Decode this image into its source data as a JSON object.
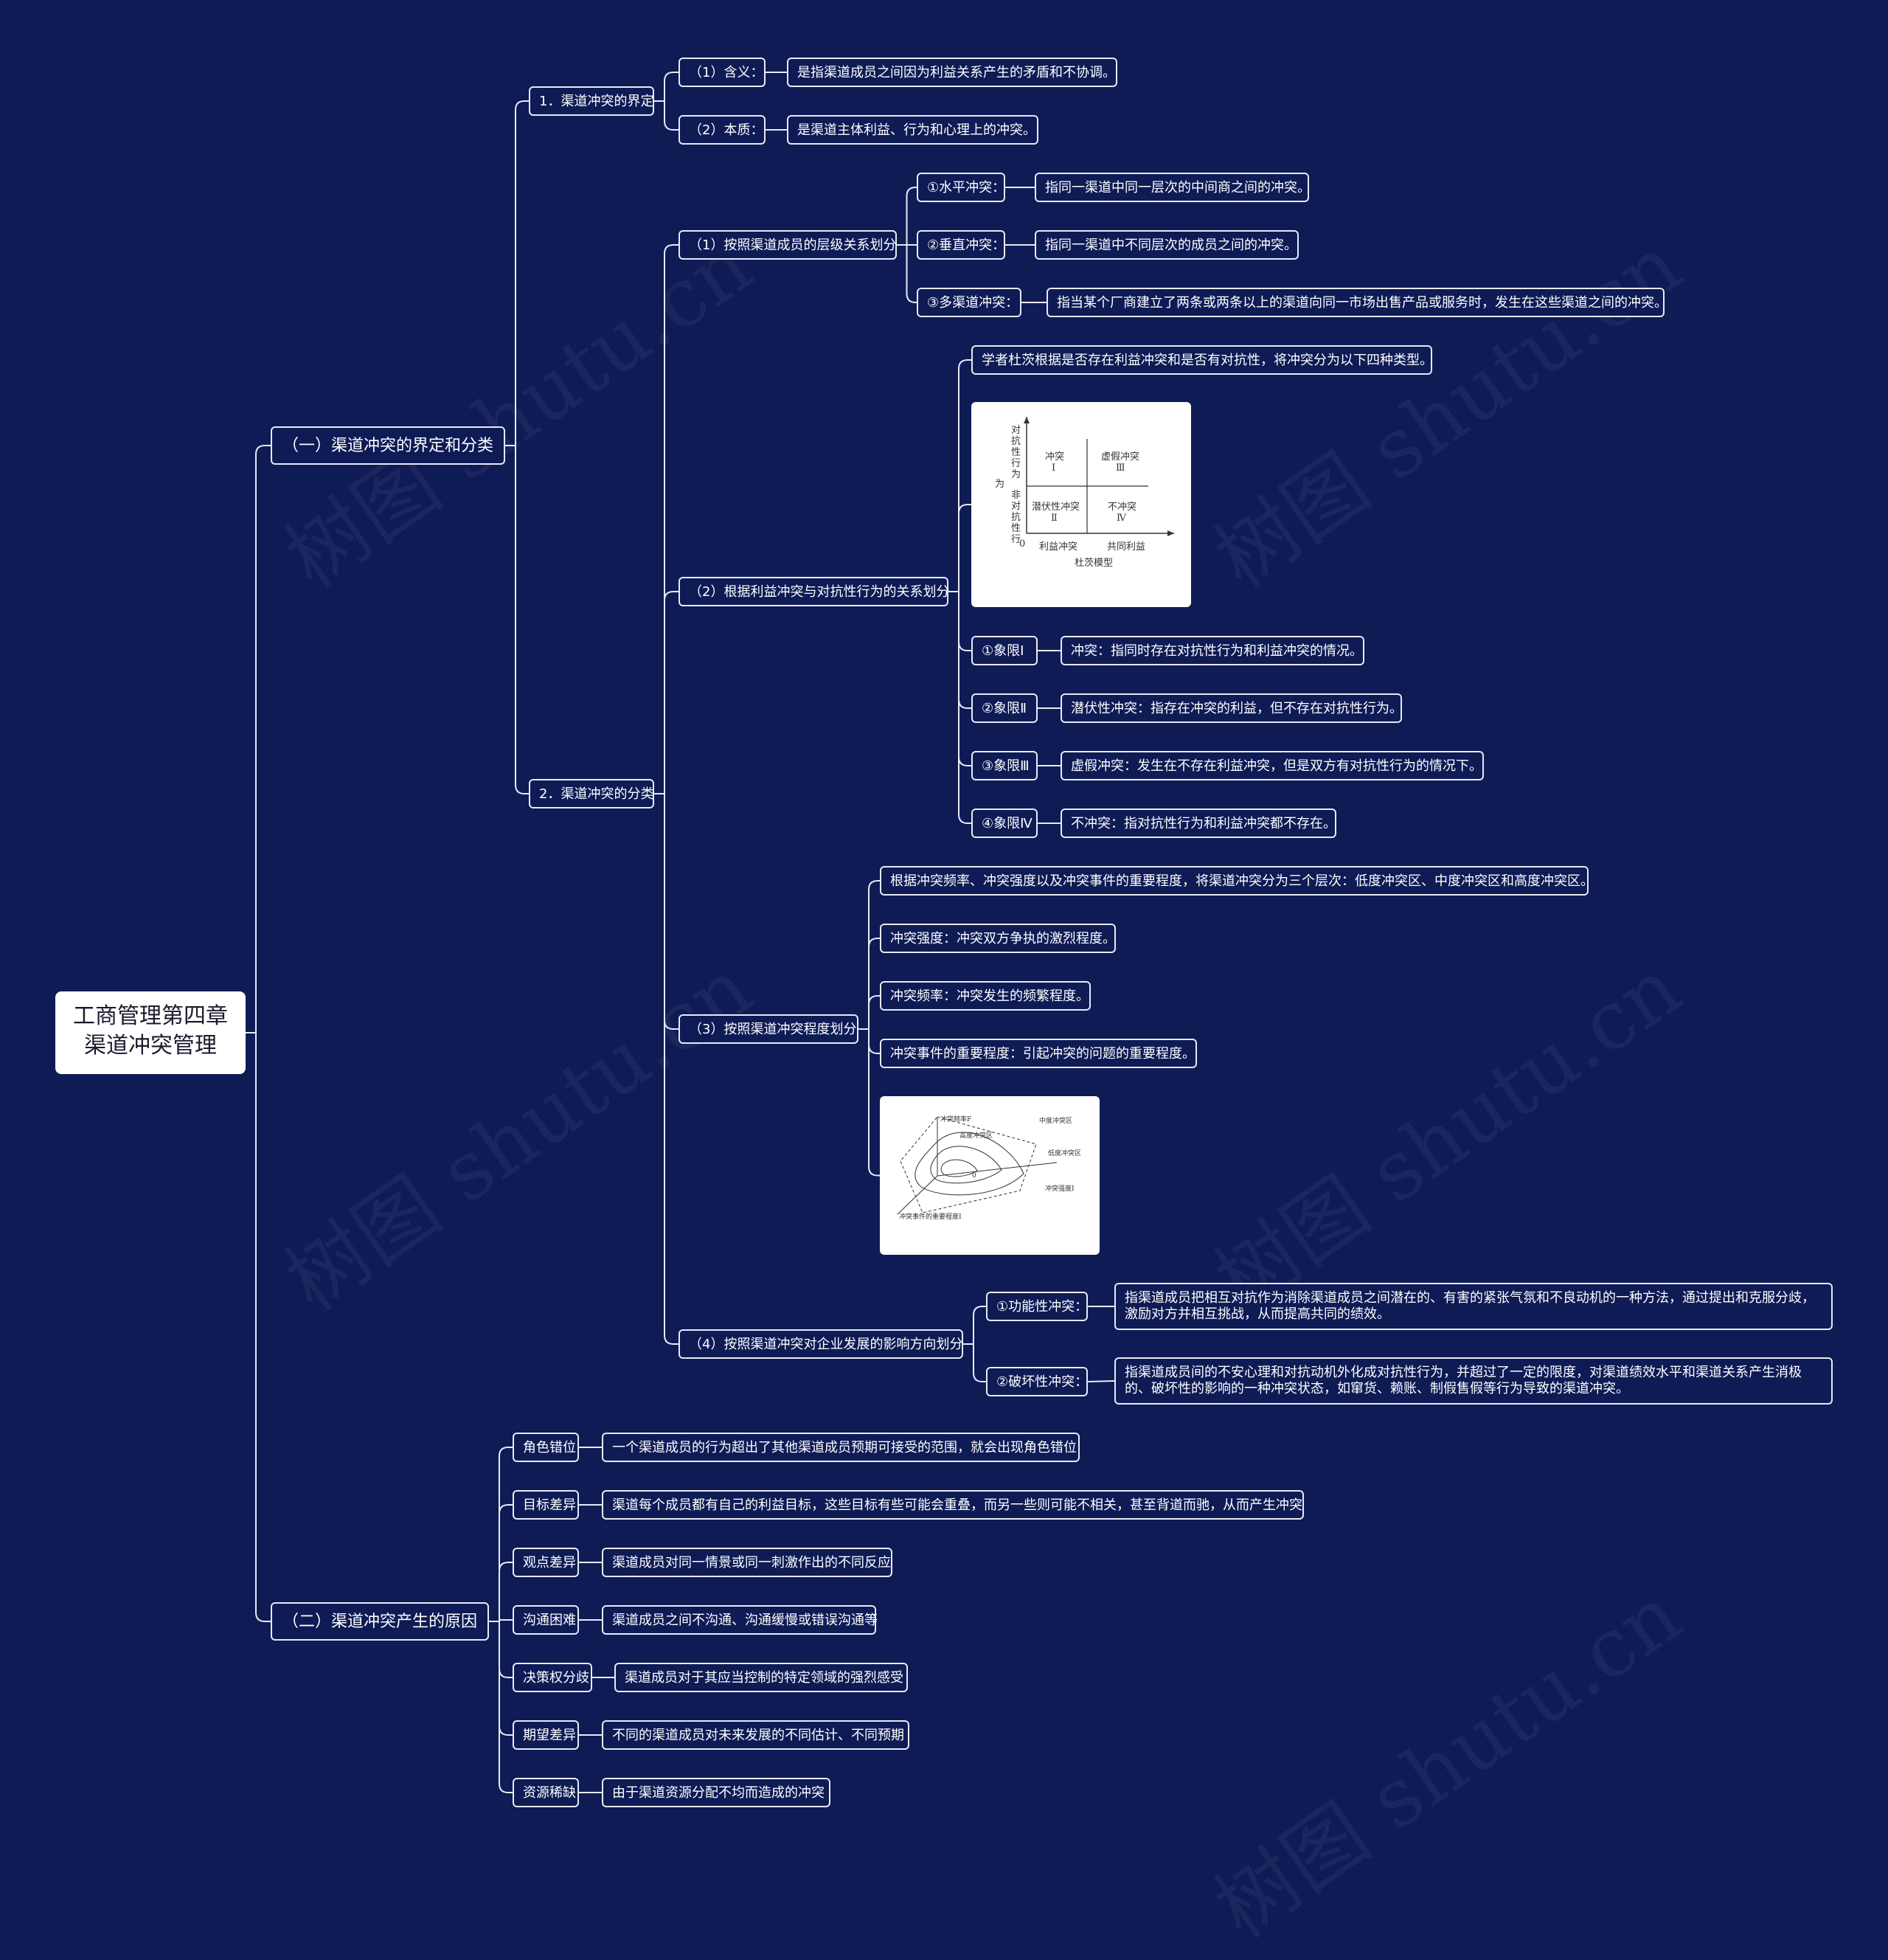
{
  "root": "工商管理第四章 渠道冲突管理",
  "root_line1": "工商管理第四章",
  "root_line2": "渠道冲突管理",
  "b1": "（一）渠道冲突的界定和分类",
  "b2": "（二）渠道冲突产生的原因",
  "def": {
    "title": "1．渠道冲突的界定",
    "meaning_label": "（1）含义：",
    "meaning_text": "是指渠道成员之间因为利益关系产生的矛盾和不协调。",
    "essence_label": "（2）本质：",
    "essence_text": "是渠道主体利益、行为和心理上的冲突。"
  },
  "cls": {
    "title": "2．渠道冲突的分类",
    "level": {
      "title": "（1）按照渠道成员的层级关系划分",
      "items": [
        {
          "label": "①水平冲突：",
          "text": "指同一渠道中同一层次的中间商之间的冲突。"
        },
        {
          "label": "②垂直冲突：",
          "text": "指同一渠道中不同层次的成员之间的冲突。"
        },
        {
          "label": "③多渠道冲突：",
          "text": "指当某个厂商建立了两条或两条以上的渠道向同一市场出售产品或服务时，发生在这些渠道之间的冲突。"
        }
      ]
    },
    "interest": {
      "title": "（2）根据利益冲突与对抗性行为的关系划分",
      "intro": "学者杜茨根据是否存在利益冲突和是否有对抗性，将冲突分为以下四种类型。",
      "items": [
        {
          "label": "①象限Ⅰ",
          "text": "冲突：指同时存在对抗性行为和利益冲突的情况。"
        },
        {
          "label": "②象限Ⅱ",
          "text": "潜伏性冲突：指存在冲突的利益，但不存在对抗性行为。"
        },
        {
          "label": "③象限Ⅲ",
          "text": "虚假冲突：发生在不存在利益冲突，但是双方有对抗性行为的情况下。"
        },
        {
          "label": "④象限Ⅳ",
          "text": "不冲突：指对抗性行为和利益冲突都不存在。"
        }
      ],
      "figure": {
        "y_top": [
          "对",
          "抗",
          "性",
          "行",
          "为"
        ],
        "y_mid": "为",
        "y_bottom": [
          "非",
          "对",
          "抗",
          "性",
          "行"
        ],
        "q1": "冲突",
        "q1n": "Ⅰ",
        "q3": "虚假冲突",
        "q3n": "Ⅲ",
        "q2": "潜伏性冲突",
        "q2n": "Ⅱ",
        "q4": "不冲突",
        "q4n": "Ⅳ",
        "origin": "0",
        "x_left": "利益冲突",
        "x_right": "共同利益",
        "caption": "杜茨模型"
      }
    },
    "degree": {
      "title": "（3）按照渠道冲突程度划分",
      "items": [
        "根据冲突频率、冲突强度以及冲突事件的重要程度，将渠道冲突分为三个层次：低度冲突区、中度冲突区和高度冲突区。",
        "冲突强度：冲突双方争执的激烈程度。",
        "冲突频率：冲突发生的频繁程度。",
        "冲突事件的重要程度：引起冲突的问题的重要程度。"
      ],
      "figure": {
        "freq": "冲突频率F",
        "mid": "中度冲突区",
        "high": "高度冲突区",
        "low": "低度冲突区",
        "zero": "0",
        "intensity": "冲突强度I",
        "importance": "冲突事件的重要程度I"
      }
    },
    "impact": {
      "title": "（4）按照渠道冲突对企业发展的影响方向划分",
      "items": [
        {
          "label": "①功能性冲突：",
          "text": "指渠道成员把相互对抗作为消除渠道成员之间潜在的、有害的紧张气氛和不良动机的一种方法，通过提出和克服分歧，激励对方并相互挑战，从而提高共同的绩效。"
        },
        {
          "label": "②破坏性冲突：",
          "text": "指渠道成员间的不安心理和对抗动机外化成对抗性行为，并超过了一定的限度，对渠道绩效水平和渠道关系产生消极的、破坏性的影响的一种冲突状态，如窜货、赖账、制假售假等行为导致的渠道冲突。"
        }
      ]
    }
  },
  "causes": [
    {
      "label": "角色错位",
      "text": "一个渠道成员的行为超出了其他渠道成员预期可接受的范围，就会出现角色错位"
    },
    {
      "label": "目标差异",
      "text": "渠道每个成员都有自己的利益目标，这些目标有些可能会重叠，而另一些则可能不相关，甚至背道而驰，从而产生冲突"
    },
    {
      "label": "观点差异",
      "text": "渠道成员对同一情景或同一刺激作出的不同反应"
    },
    {
      "label": "沟通困难",
      "text": "渠道成员之间不沟通、沟通缓慢或错误沟通等"
    },
    {
      "label": "决策权分歧",
      "text": "渠道成员对于其应当控制的特定领域的强烈感受"
    },
    {
      "label": "期望差异",
      "text": "不同的渠道成员对未来发展的不同估计、不同预期"
    },
    {
      "label": "资源稀缺",
      "text": "由于渠道资源分配不均而造成的冲突"
    }
  ],
  "watermark": "树图 shutu.cn",
  "colors": {
    "background": "#0e1b55",
    "line": "#e8eaf3",
    "root_bg": "#ffffff"
  }
}
